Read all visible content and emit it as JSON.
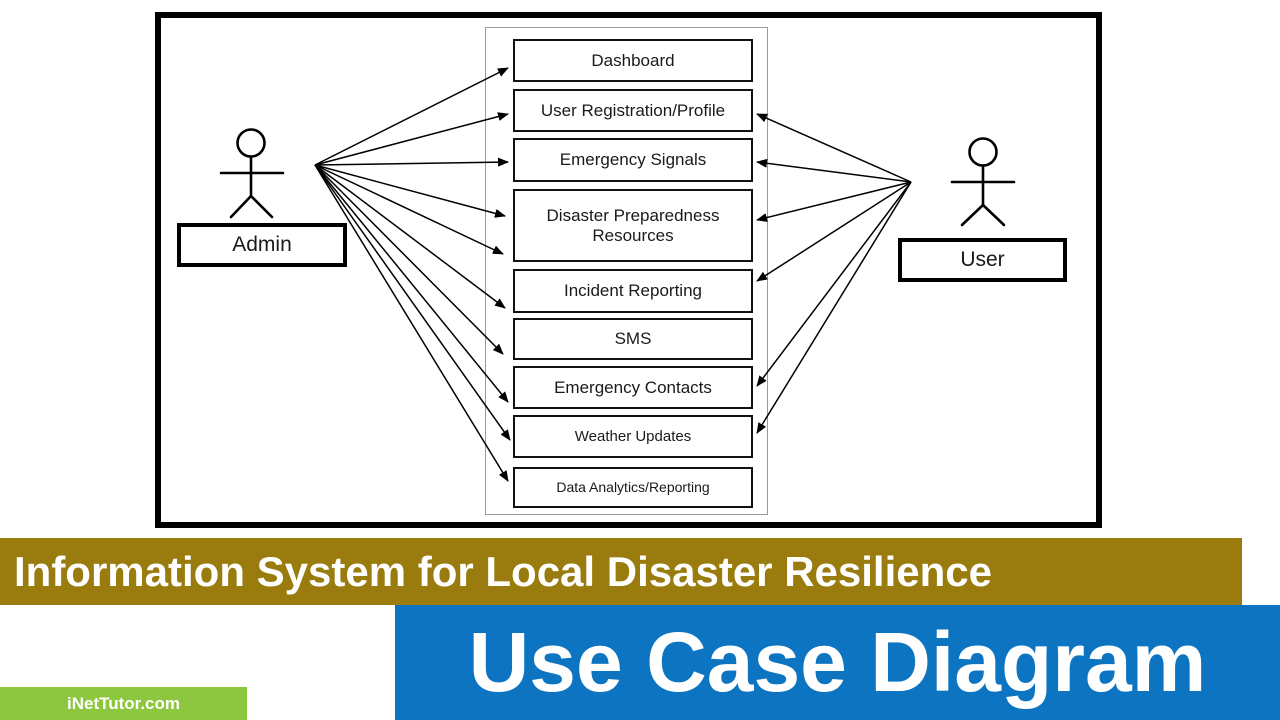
{
  "diagram": {
    "type": "use-case-diagram",
    "use_cases": [
      "Dashboard",
      "User Registration/Profile",
      "Emergency Signals",
      "Disaster Preparedness Resources",
      "Incident Reporting",
      "SMS",
      "Emergency Contacts",
      "Weather Updates",
      "Data Analytics/Reporting"
    ],
    "actors": {
      "admin": {
        "name": "Admin"
      },
      "user": {
        "name": "User"
      }
    },
    "connections": {
      "admin": [
        "Dashboard",
        "User Registration/Profile",
        "Emergency Signals",
        "Disaster Preparedness Resources",
        "Disaster Preparedness Resources",
        "Incident Reporting",
        "SMS",
        "Emergency Contacts",
        "Weather Updates",
        "Data Analytics/Reporting"
      ],
      "user": [
        "User Registration/Profile",
        "Emergency Signals",
        "Disaster Preparedness Resources",
        "Incident Reporting",
        "Emergency Contacts",
        "Weather Updates"
      ]
    }
  },
  "banners": {
    "title": {
      "text": "Information System for Local Disaster Resilience",
      "bg": "#9A7B0E",
      "color": "#FFFFFF"
    },
    "subtitle": {
      "text": "Use Case Diagram",
      "bg": "#0C74C0",
      "color": "#FFFFFF"
    },
    "watermark": {
      "text": "iNetTutor.com",
      "bg": "#8DC63F",
      "color": "#FFFFFF"
    }
  },
  "colors": {
    "line": "#000000",
    "box_border": "#111111",
    "frame_border": "#000000"
  }
}
